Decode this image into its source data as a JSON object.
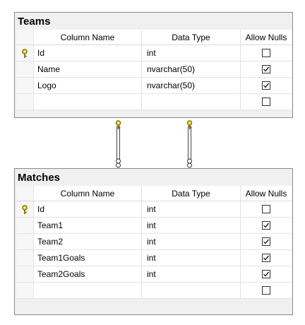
{
  "columns_header": [
    "Column Name",
    "Data Type",
    "Allow Nulls"
  ],
  "teams": {
    "title": "Teams",
    "rows": [
      {
        "name": "Id",
        "type": "int",
        "allow_nulls": false,
        "primary_key": true
      },
      {
        "name": "Name",
        "type": "nvarchar(50)",
        "allow_nulls": true,
        "primary_key": false
      },
      {
        "name": "Logo",
        "type": "nvarchar(50)",
        "allow_nulls": true,
        "primary_key": false
      },
      {
        "name": "",
        "type": "",
        "allow_nulls": false,
        "primary_key": false
      }
    ]
  },
  "matches": {
    "title": "Matches",
    "rows": [
      {
        "name": "Id",
        "type": "int",
        "allow_nulls": false,
        "primary_key": true
      },
      {
        "name": "Team1",
        "type": "int",
        "allow_nulls": true,
        "primary_key": false
      },
      {
        "name": "Team2",
        "type": "int",
        "allow_nulls": true,
        "primary_key": false
      },
      {
        "name": "Team1Goals",
        "type": "int",
        "allow_nulls": true,
        "primary_key": false
      },
      {
        "name": "Team2Goals",
        "type": "int",
        "allow_nulls": true,
        "primary_key": false
      },
      {
        "name": "",
        "type": "",
        "allow_nulls": false,
        "primary_key": false
      }
    ]
  },
  "colors": {
    "key": "#e8d000",
    "border": "#8a8a8a"
  },
  "icons": {
    "primary_key": "key-icon",
    "relationship_one": "key-icon",
    "relationship_many": "infinity-icon"
  }
}
